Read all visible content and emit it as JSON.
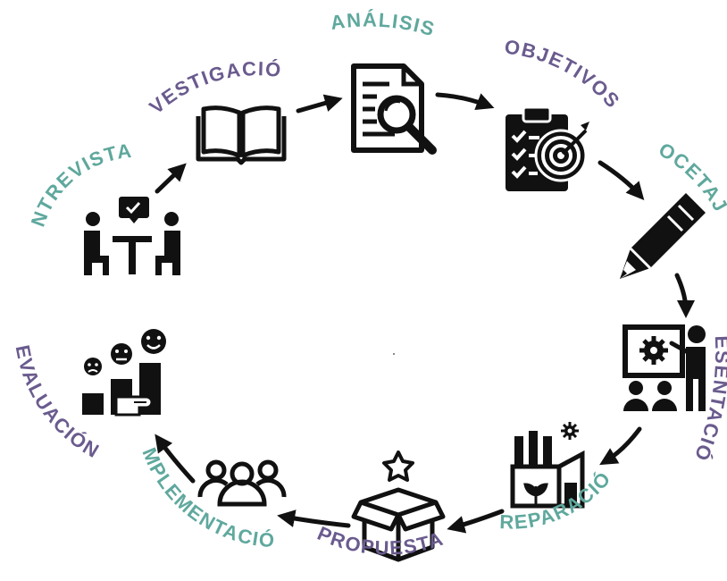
{
  "colors": {
    "teal": "#5fa89d",
    "purple": "#6a5b8e",
    "ink": "#111111"
  },
  "steps": [
    {
      "id": "entrevistas",
      "label": "ENTREVISTAS",
      "color": "teal",
      "icon": "interview-icon"
    },
    {
      "id": "investigacion",
      "label": "INVESTIGACIÓN",
      "color": "purple",
      "icon": "open-book-icon"
    },
    {
      "id": "analisis",
      "label": "ANÁLISIS",
      "color": "teal",
      "icon": "document-search-icon"
    },
    {
      "id": "objetivos",
      "label": "OBJETIVOS",
      "color": "purple",
      "icon": "clipboard-target-icon"
    },
    {
      "id": "bocetaje",
      "label": "BOCETAJE",
      "color": "teal",
      "icon": "pencil-icon"
    },
    {
      "id": "presentacion",
      "label": "PRESENTACIÓN",
      "color": "purple",
      "icon": "presentation-icon"
    },
    {
      "id": "preparacion",
      "label": "PREPARACIÓN",
      "color": "teal",
      "icon": "factory-icon"
    },
    {
      "id": "propuesta",
      "label": "PROPUESTA",
      "color": "purple",
      "icon": "open-box-star-icon"
    },
    {
      "id": "implementacion",
      "label": "IMPLEMENTACIÓN",
      "color": "teal",
      "icon": "team-icon"
    },
    {
      "id": "evaluacion",
      "label": "EVALUACIÓN",
      "color": "purple",
      "icon": "feedback-faces-icon"
    }
  ]
}
